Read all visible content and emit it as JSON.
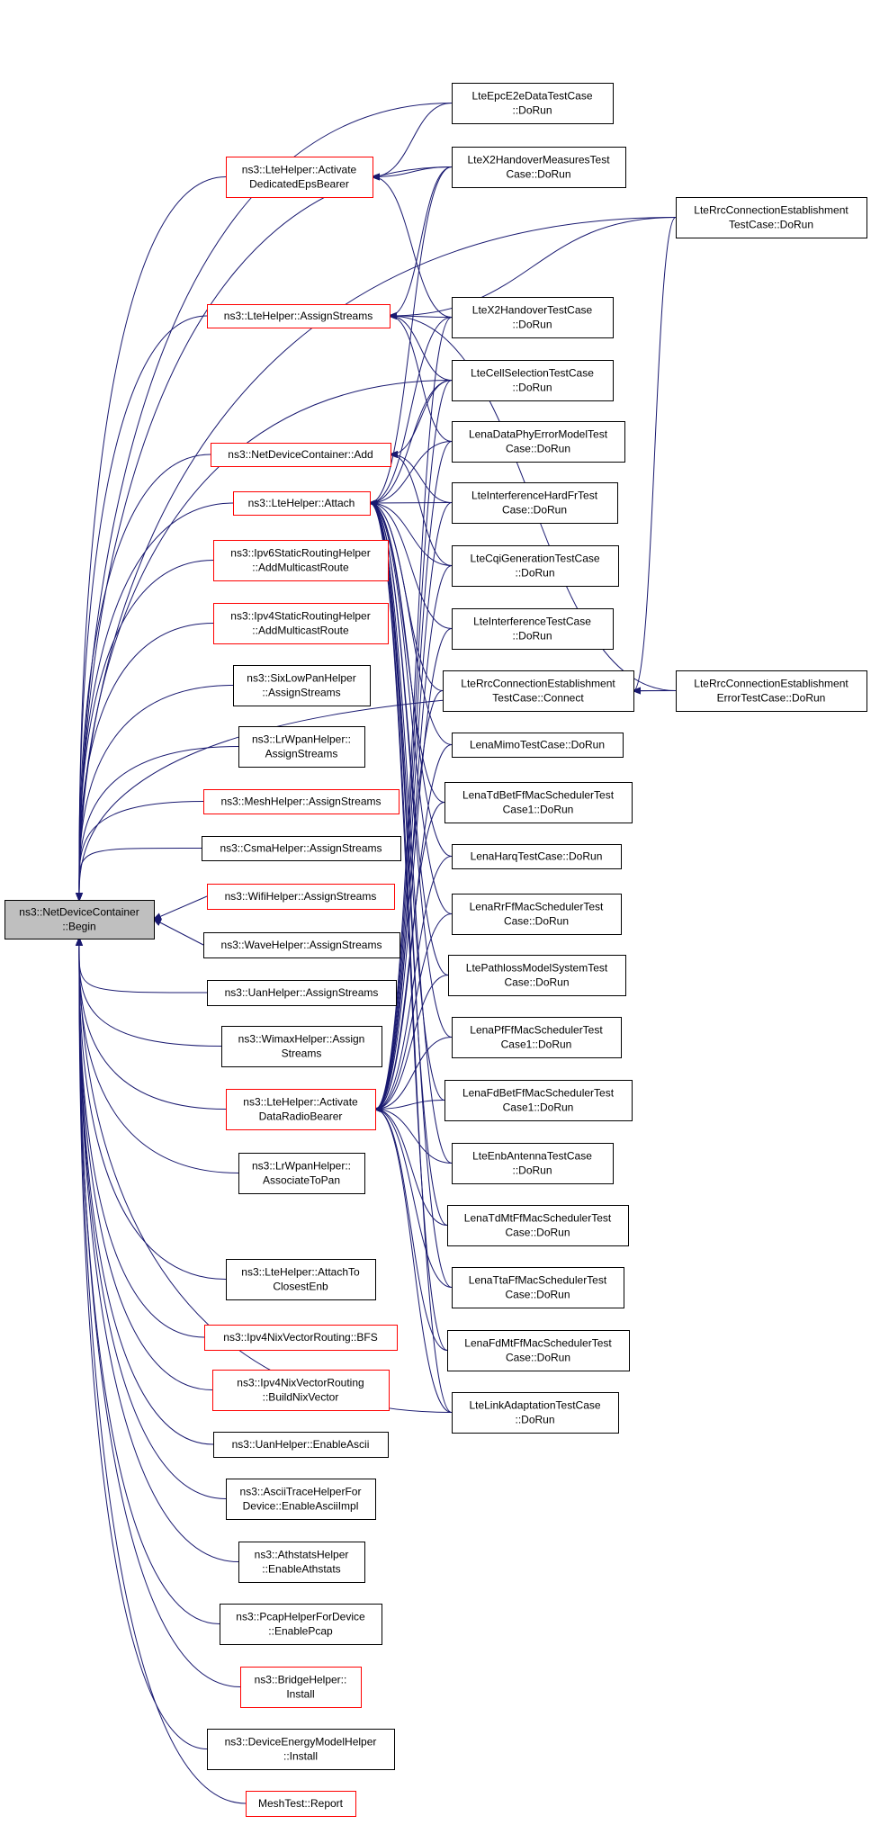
{
  "colors": {
    "edge": "#191970",
    "red_border": "#ff0000",
    "black_border": "#000000",
    "root_fill": "#bfbfbf"
  },
  "nodes": [
    {
      "id": "root",
      "lines": [
        "ns3::NetDeviceContainer",
        "::Begin"
      ],
      "style": "root"
    },
    {
      "id": "activateDedicated",
      "lines": [
        "ns3::LteHelper::Activate",
        "DedicatedEpsBearer"
      ],
      "style": "red"
    },
    {
      "id": "assignStreamsLte",
      "lines": [
        "ns3::LteHelper::AssignStreams"
      ],
      "style": "red"
    },
    {
      "id": "ndcAdd",
      "lines": [
        "ns3::NetDeviceContainer::Add"
      ],
      "style": "red"
    },
    {
      "id": "attach",
      "lines": [
        "ns3::LteHelper::Attach"
      ],
      "style": "red"
    },
    {
      "id": "ipv6Static",
      "lines": [
        "ns3::Ipv6StaticRoutingHelper",
        "::AddMulticastRoute"
      ],
      "style": "red"
    },
    {
      "id": "ipv4Static",
      "lines": [
        "ns3::Ipv4StaticRoutingHelper",
        "::AddMulticastRoute"
      ],
      "style": "red"
    },
    {
      "id": "sixLowPan",
      "lines": [
        "ns3::SixLowPanHelper",
        "::AssignStreams"
      ],
      "style": "black"
    },
    {
      "id": "lrwpanAssign",
      "lines": [
        "ns3::LrWpanHelper::",
        "AssignStreams"
      ],
      "style": "black"
    },
    {
      "id": "meshAssign",
      "lines": [
        "ns3::MeshHelper::AssignStreams"
      ],
      "style": "red"
    },
    {
      "id": "csmaAssign",
      "lines": [
        "ns3::CsmaHelper::AssignStreams"
      ],
      "style": "black"
    },
    {
      "id": "wifiAssign",
      "lines": [
        "ns3::WifiHelper::AssignStreams"
      ],
      "style": "red"
    },
    {
      "id": "waveAssign",
      "lines": [
        "ns3::WaveHelper::AssignStreams"
      ],
      "style": "black"
    },
    {
      "id": "uanAssign",
      "lines": [
        "ns3::UanHelper::AssignStreams"
      ],
      "style": "black"
    },
    {
      "id": "wimaxAssign",
      "lines": [
        "ns3::WimaxHelper::Assign",
        "Streams"
      ],
      "style": "black"
    },
    {
      "id": "activateDataRadio",
      "lines": [
        "ns3::LteHelper::Activate",
        "DataRadioBearer"
      ],
      "style": "red"
    },
    {
      "id": "lrwpanAssoc",
      "lines": [
        "ns3::LrWpanHelper::",
        "AssociateToPan"
      ],
      "style": "black"
    },
    {
      "id": "attachClosest",
      "lines": [
        "ns3::LteHelper::AttachTo",
        "ClosestEnb"
      ],
      "style": "black"
    },
    {
      "id": "nixBFS",
      "lines": [
        "ns3::Ipv4NixVectorRouting::BFS"
      ],
      "style": "red"
    },
    {
      "id": "nixBuild",
      "lines": [
        "ns3::Ipv4NixVectorRouting",
        "::BuildNixVector"
      ],
      "style": "red"
    },
    {
      "id": "uanAscii",
      "lines": [
        "ns3::UanHelper::EnableAscii"
      ],
      "style": "black"
    },
    {
      "id": "asciiTrace",
      "lines": [
        "ns3::AsciiTraceHelperFor",
        "Device::EnableAsciiImpl"
      ],
      "style": "black"
    },
    {
      "id": "athstats",
      "lines": [
        "ns3::AthstatsHelper",
        "::EnableAthstats"
      ],
      "style": "black"
    },
    {
      "id": "pcapHelper",
      "lines": [
        "ns3::PcapHelperForDevice",
        "::EnablePcap"
      ],
      "style": "black"
    },
    {
      "id": "bridgeInstall",
      "lines": [
        "ns3::BridgeHelper::",
        "Install"
      ],
      "style": "red"
    },
    {
      "id": "energyInstall",
      "lines": [
        "ns3::DeviceEnergyModelHelper",
        "::Install"
      ],
      "style": "black"
    },
    {
      "id": "meshReport",
      "lines": [
        "MeshTest::Report"
      ],
      "style": "red"
    },
    {
      "id": "epcE2e",
      "lines": [
        "LteEpcE2eDataTestCase",
        "::DoRun"
      ],
      "style": "black"
    },
    {
      "id": "x2HoMeasures",
      "lines": [
        "LteX2HandoverMeasuresTest",
        "Case::DoRun"
      ],
      "style": "black"
    },
    {
      "id": "x2Ho",
      "lines": [
        "LteX2HandoverTestCase",
        "::DoRun"
      ],
      "style": "black"
    },
    {
      "id": "cellSel",
      "lines": [
        "LteCellSelectionTestCase",
        "::DoRun"
      ],
      "style": "black"
    },
    {
      "id": "dataPhyErr",
      "lines": [
        "LenaDataPhyErrorModelTest",
        "Case::DoRun"
      ],
      "style": "black"
    },
    {
      "id": "intfHardFr",
      "lines": [
        "LteInterferenceHardFrTest",
        "Case::DoRun"
      ],
      "style": "black"
    },
    {
      "id": "cqiGen",
      "lines": [
        "LteCqiGenerationTestCase",
        "::DoRun"
      ],
      "style": "black"
    },
    {
      "id": "intfTest",
      "lines": [
        "LteInterferenceTestCase",
        "::DoRun"
      ],
      "style": "black"
    },
    {
      "id": "rrcConnect",
      "lines": [
        "LteRrcConnectionEstablishment",
        "TestCase::Connect"
      ],
      "style": "black"
    },
    {
      "id": "mimo",
      "lines": [
        "LenaMimoTestCase::DoRun"
      ],
      "style": "black"
    },
    {
      "id": "tdBet",
      "lines": [
        "LenaTdBetFfMacSchedulerTest",
        "Case1::DoRun"
      ],
      "style": "black"
    },
    {
      "id": "harq",
      "lines": [
        "LenaHarqTestCase::DoRun"
      ],
      "style": "black"
    },
    {
      "id": "rrFf",
      "lines": [
        "LenaRrFfMacSchedulerTest",
        "Case::DoRun"
      ],
      "style": "black"
    },
    {
      "id": "pathloss",
      "lines": [
        "LtePathlossModelSystemTest",
        "Case::DoRun"
      ],
      "style": "black"
    },
    {
      "id": "pfFf",
      "lines": [
        "LenaPfFfMacSchedulerTest",
        "Case1::DoRun"
      ],
      "style": "black"
    },
    {
      "id": "fdBet",
      "lines": [
        "LenaFdBetFfMacSchedulerTest",
        "Case1::DoRun"
      ],
      "style": "black"
    },
    {
      "id": "enbAntenna",
      "lines": [
        "LteEnbAntennaTestCase",
        "::DoRun"
      ],
      "style": "black"
    },
    {
      "id": "tdMt",
      "lines": [
        "LenaTdMtFfMacSchedulerTest",
        "Case::DoRun"
      ],
      "style": "black"
    },
    {
      "id": "tta",
      "lines": [
        "LenaTtaFfMacSchedulerTest",
        "Case::DoRun"
      ],
      "style": "black"
    },
    {
      "id": "fdMt",
      "lines": [
        "LenaFdMtFfMacSchedulerTest",
        "Case::DoRun"
      ],
      "style": "black"
    },
    {
      "id": "linkAdapt",
      "lines": [
        "LteLinkAdaptationTestCase",
        "::DoRun"
      ],
      "style": "black"
    },
    {
      "id": "rrcDoRun",
      "lines": [
        "LteRrcConnectionEstablishment",
        "TestCase::DoRun"
      ],
      "style": "black"
    },
    {
      "id": "rrcErrDoRun",
      "lines": [
        "LteRrcConnectionEstablishment",
        "ErrorTestCase::DoRun"
      ],
      "style": "black"
    }
  ],
  "edges": [
    {
      "from": "activateDedicated",
      "to": "root"
    },
    {
      "from": "assignStreamsLte",
      "to": "root"
    },
    {
      "from": "ndcAdd",
      "to": "root"
    },
    {
      "from": "attach",
      "to": "root"
    },
    {
      "from": "ipv6Static",
      "to": "root"
    },
    {
      "from": "ipv4Static",
      "to": "root"
    },
    {
      "from": "sixLowPan",
      "to": "root"
    },
    {
      "from": "lrwpanAssign",
      "to": "root"
    },
    {
      "from": "meshAssign",
      "to": "root"
    },
    {
      "from": "csmaAssign",
      "to": "root"
    },
    {
      "from": "wifiAssign",
      "to": "root"
    },
    {
      "from": "waveAssign",
      "to": "root"
    },
    {
      "from": "uanAssign",
      "to": "root"
    },
    {
      "from": "wimaxAssign",
      "to": "root"
    },
    {
      "from": "activateDataRadio",
      "to": "root"
    },
    {
      "from": "lrwpanAssoc",
      "to": "root"
    },
    {
      "from": "attachClosest",
      "to": "root"
    },
    {
      "from": "nixBFS",
      "to": "root"
    },
    {
      "from": "nixBuild",
      "to": "root"
    },
    {
      "from": "uanAscii",
      "to": "root"
    },
    {
      "from": "asciiTrace",
      "to": "root"
    },
    {
      "from": "athstats",
      "to": "root"
    },
    {
      "from": "pcapHelper",
      "to": "root"
    },
    {
      "from": "bridgeInstall",
      "to": "root"
    },
    {
      "from": "energyInstall",
      "to": "root"
    },
    {
      "from": "meshReport",
      "to": "root"
    },
    {
      "from": "epcE2e",
      "to": "root"
    },
    {
      "from": "x2HoMeasures",
      "to": "root"
    },
    {
      "from": "rrcDoRun",
      "to": "root"
    },
    {
      "from": "rrcErrDoRun",
      "to": "root"
    },
    {
      "from": "cellSel",
      "to": "root"
    },
    {
      "from": "linkAdapt",
      "to": "root"
    },
    {
      "from": "epcE2e",
      "to": "activateDedicated"
    },
    {
      "from": "x2HoMeasures",
      "to": "activateDedicated"
    },
    {
      "from": "x2Ho",
      "to": "activateDedicated"
    },
    {
      "from": "x2Ho",
      "to": "assignStreamsLte"
    },
    {
      "from": "cellSel",
      "to": "assignStreamsLte"
    },
    {
      "from": "dataPhyErr",
      "to": "assignStreamsLte"
    },
    {
      "from": "rrcDoRun",
      "to": "assignStreamsLte"
    },
    {
      "from": "rrcErrDoRun",
      "to": "assignStreamsLte"
    },
    {
      "from": "x2HoMeasures",
      "to": "assignStreamsLte"
    },
    {
      "from": "cellSel",
      "to": "ndcAdd"
    },
    {
      "from": "intfHardFr",
      "to": "ndcAdd"
    },
    {
      "from": "cqiGen",
      "to": "ndcAdd"
    },
    {
      "from": "dataPhyErr",
      "to": "attach"
    },
    {
      "from": "intfHardFr",
      "to": "attach"
    },
    {
      "from": "cqiGen",
      "to": "attach"
    },
    {
      "from": "intfTest",
      "to": "attach"
    },
    {
      "from": "rrcConnect",
      "to": "attach"
    },
    {
      "from": "mimo",
      "to": "attach"
    },
    {
      "from": "tdBet",
      "to": "attach"
    },
    {
      "from": "harq",
      "to": "attach"
    },
    {
      "from": "rrFf",
      "to": "attach"
    },
    {
      "from": "pathloss",
      "to": "attach"
    },
    {
      "from": "pfFf",
      "to": "attach"
    },
    {
      "from": "fdBet",
      "to": "attach"
    },
    {
      "from": "enbAntenna",
      "to": "attach"
    },
    {
      "from": "tdMt",
      "to": "attach"
    },
    {
      "from": "tta",
      "to": "attach"
    },
    {
      "from": "fdMt",
      "to": "attach"
    },
    {
      "from": "linkAdapt",
      "to": "attach"
    },
    {
      "from": "x2Ho",
      "to": "attach"
    },
    {
      "from": "x2HoMeasures",
      "to": "attach"
    },
    {
      "from": "cellSel",
      "to": "attach"
    },
    {
      "from": "x2Ho",
      "to": "activateDataRadio"
    },
    {
      "from": "cellSel",
      "to": "activateDataRadio"
    },
    {
      "from": "dataPhyErr",
      "to": "activateDataRadio"
    },
    {
      "from": "intfHardFr",
      "to": "activateDataRadio"
    },
    {
      "from": "cqiGen",
      "to": "activateDataRadio"
    },
    {
      "from": "intfTest",
      "to": "activateDataRadio"
    },
    {
      "from": "rrcConnect",
      "to": "activateDataRadio"
    },
    {
      "from": "mimo",
      "to": "activateDataRadio"
    },
    {
      "from": "tdBet",
      "to": "activateDataRadio"
    },
    {
      "from": "harq",
      "to": "activateDataRadio"
    },
    {
      "from": "rrFf",
      "to": "activateDataRadio"
    },
    {
      "from": "pathloss",
      "to": "activateDataRadio"
    },
    {
      "from": "pfFf",
      "to": "activateDataRadio"
    },
    {
      "from": "fdBet",
      "to": "activateDataRadio"
    },
    {
      "from": "enbAntenna",
      "to": "activateDataRadio"
    },
    {
      "from": "tdMt",
      "to": "activateDataRadio"
    },
    {
      "from": "tta",
      "to": "activateDataRadio"
    },
    {
      "from": "fdMt",
      "to": "activateDataRadio"
    },
    {
      "from": "linkAdapt",
      "to": "activateDataRadio"
    },
    {
      "from": "rrcErrDoRun",
      "to": "rrcConnect"
    },
    {
      "from": "rrcDoRun",
      "to": "rrcConnect"
    }
  ]
}
